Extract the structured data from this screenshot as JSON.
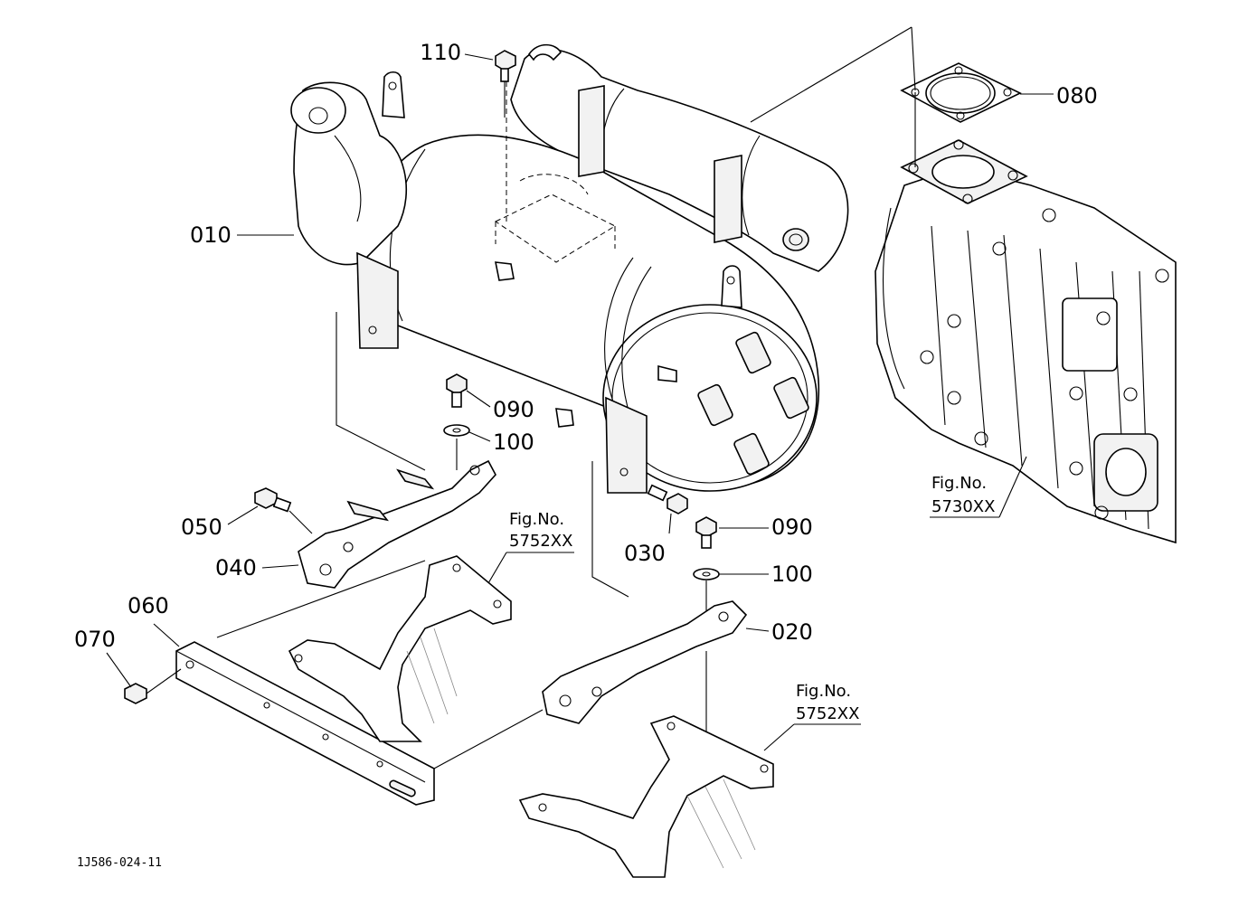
{
  "drawing_code": "1J586-024-11",
  "callouts": {
    "p010": "010",
    "p020": "020",
    "p030": "030",
    "p040": "040",
    "p050": "050",
    "p060": "060",
    "p070": "070",
    "p080": "080",
    "p090a": "090",
    "p090b": "090",
    "p100a": "100",
    "p100b": "100",
    "p110": "110"
  },
  "figure_refs": {
    "ref1": {
      "prefix": "Fig.No.",
      "number": "5752XX"
    },
    "ref2": {
      "prefix": "Fig.No.",
      "number": "5752XX"
    },
    "ref3": {
      "prefix": "Fig.No.",
      "number": "5730XX"
    }
  },
  "colors": {
    "line": "#000000",
    "background": "#ffffff"
  }
}
